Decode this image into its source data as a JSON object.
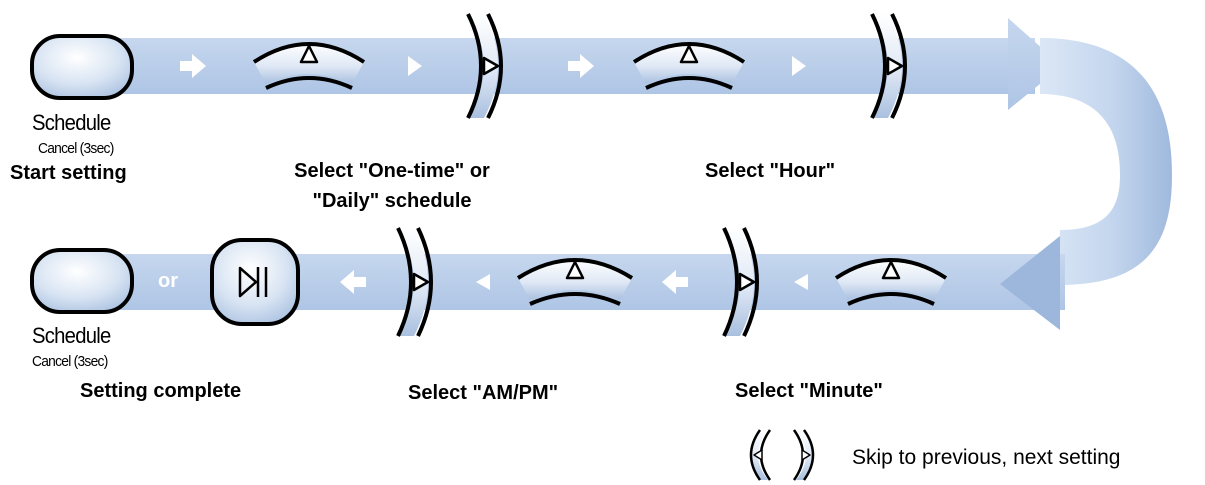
{
  "colors": {
    "path_band": "#b7cce8",
    "outline": "#000000",
    "key_fill_light": "#eef4fb",
    "key_fill_dark": "#a7bfdf",
    "arrow_white": "#ffffff"
  },
  "icons": [
    "schedule-button-icon",
    "up-arc-key-icon",
    "right-arc-key-icon",
    "left-arc-key-icon",
    "play-skip-button-icon",
    "flow-arrow-icon"
  ],
  "top_row": {
    "schedule_label": "Schedule",
    "cancel_label": "Cancel (3sec)",
    "start_label": "Start setting",
    "select_schedule_label_line1": "Select \"One-time\" or",
    "select_schedule_label_line2": "\"Daily\" schedule",
    "select_hour_label": "Select \"Hour\""
  },
  "bottom_row": {
    "schedule_label": "Schedule",
    "cancel_label": "Cancel (3sec)",
    "complete_label": "Setting complete",
    "or_label": "or",
    "select_ampm_label": "Select \"AM/PM\"",
    "select_minute_label": "Select \"Minute\""
  },
  "legend": {
    "skip_label": "Skip to previous, next setting"
  }
}
